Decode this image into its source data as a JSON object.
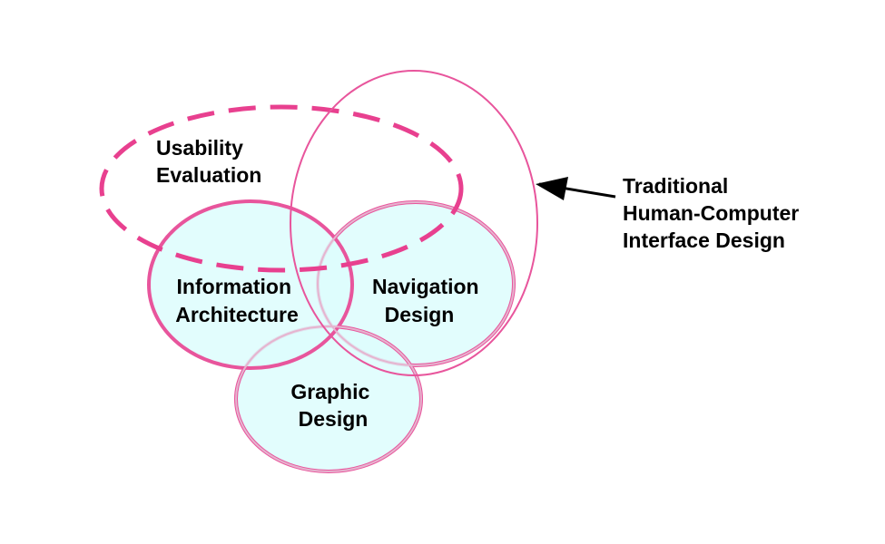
{
  "colors": {
    "accent": "#e8559c",
    "dashed": "#e8408f",
    "fill": "#ddfdfd",
    "text": "#000000"
  },
  "labels": {
    "usability": [
      "Usability",
      "Evaluation"
    ],
    "info_arch": [
      "Information",
      "Architecture"
    ],
    "navigation": [
      "Navigation",
      "Design"
    ],
    "graphic": [
      "Graphic",
      "Design"
    ],
    "traditional": [
      "Traditional",
      "Human-Computer",
      "Interface Design"
    ]
  }
}
